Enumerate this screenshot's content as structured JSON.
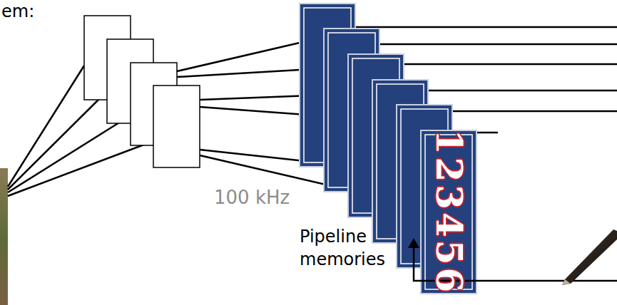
{
  "diagram": {
    "labels": [
      "em:",
      "100 kHz",
      "Pipeline memories",
      "123456"
    ]
  }
}
